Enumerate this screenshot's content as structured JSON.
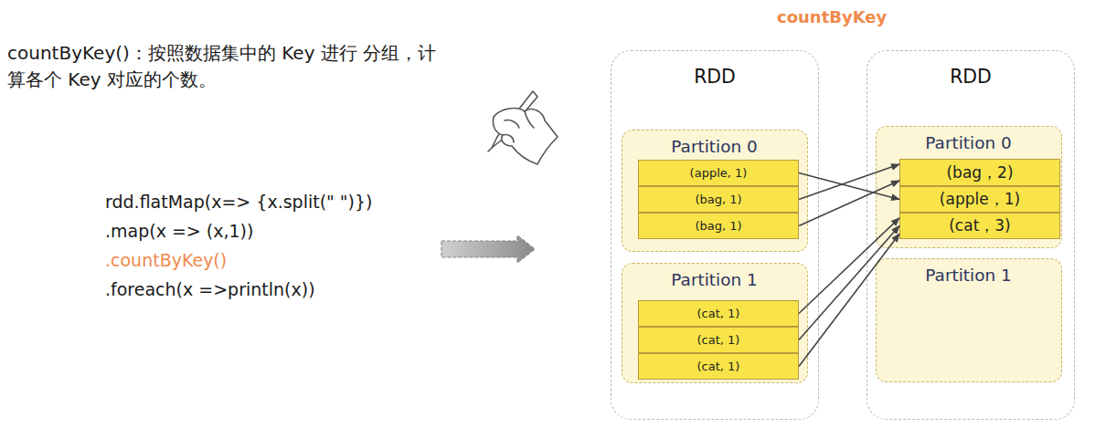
{
  "diagram": {
    "title": "countByKey",
    "nodes": [
      {
        "text": [
          "RDD"
        ]
      },
      {
        "text": [
          "Partition 0"
        ],
        "in": 0
      },
      {
        "text": [
          "(apple, 1)"
        ],
        "in": 1
      },
      {
        "text": [
          "(bag, 1)"
        ],
        "in": 1
      },
      {
        "text": [
          "(bag, 1)"
        ],
        "in": 1
      },
      {
        "text": [
          "Partition 1"
        ],
        "in": 0
      },
      {
        "text": [
          "(cat, 1)"
        ],
        "in": 5
      },
      {
        "text": [
          "(cat, 1)"
        ],
        "in": 5
      },
      {
        "text": [
          "(cat, 1)"
        ],
        "in": 5
      },
      {
        "text": [
          "RDD"
        ]
      },
      {
        "text": [
          "Partition 0"
        ],
        "in": 9
      },
      {
        "text": [
          "(bag，2)"
        ],
        "in": 10
      },
      {
        "text": [
          "(apple，1)"
        ],
        "in": 10
      },
      {
        "text": [
          "(cat，3)"
        ],
        "in": 10
      },
      {
        "text": [
          "Partition 1"
        ],
        "in": 9
      }
    ],
    "edges": [
      {
        "from": 2,
        "to": 12,
        "arrow": "to"
      },
      {
        "from": 3,
        "to": 11,
        "arrow": "to"
      },
      {
        "from": 4,
        "to": 11,
        "arrow": "to"
      },
      {
        "from": 6,
        "to": 13,
        "arrow": "to"
      },
      {
        "from": 7,
        "to": 13,
        "arrow": "to"
      },
      {
        "from": 8,
        "to": 13,
        "arrow": "to"
      }
    ],
    "labels": [
      "countByKey()：按照数据集中的 Key 进行 分组，计算各个 Key 对应的个数。",
      "rdd.flatMap(x=> {x.split(\" \")})",
      ".map(x => (x,1))",
      ".countByKey()",
      ".foreach(x =>println(x))"
    ]
  }
}
